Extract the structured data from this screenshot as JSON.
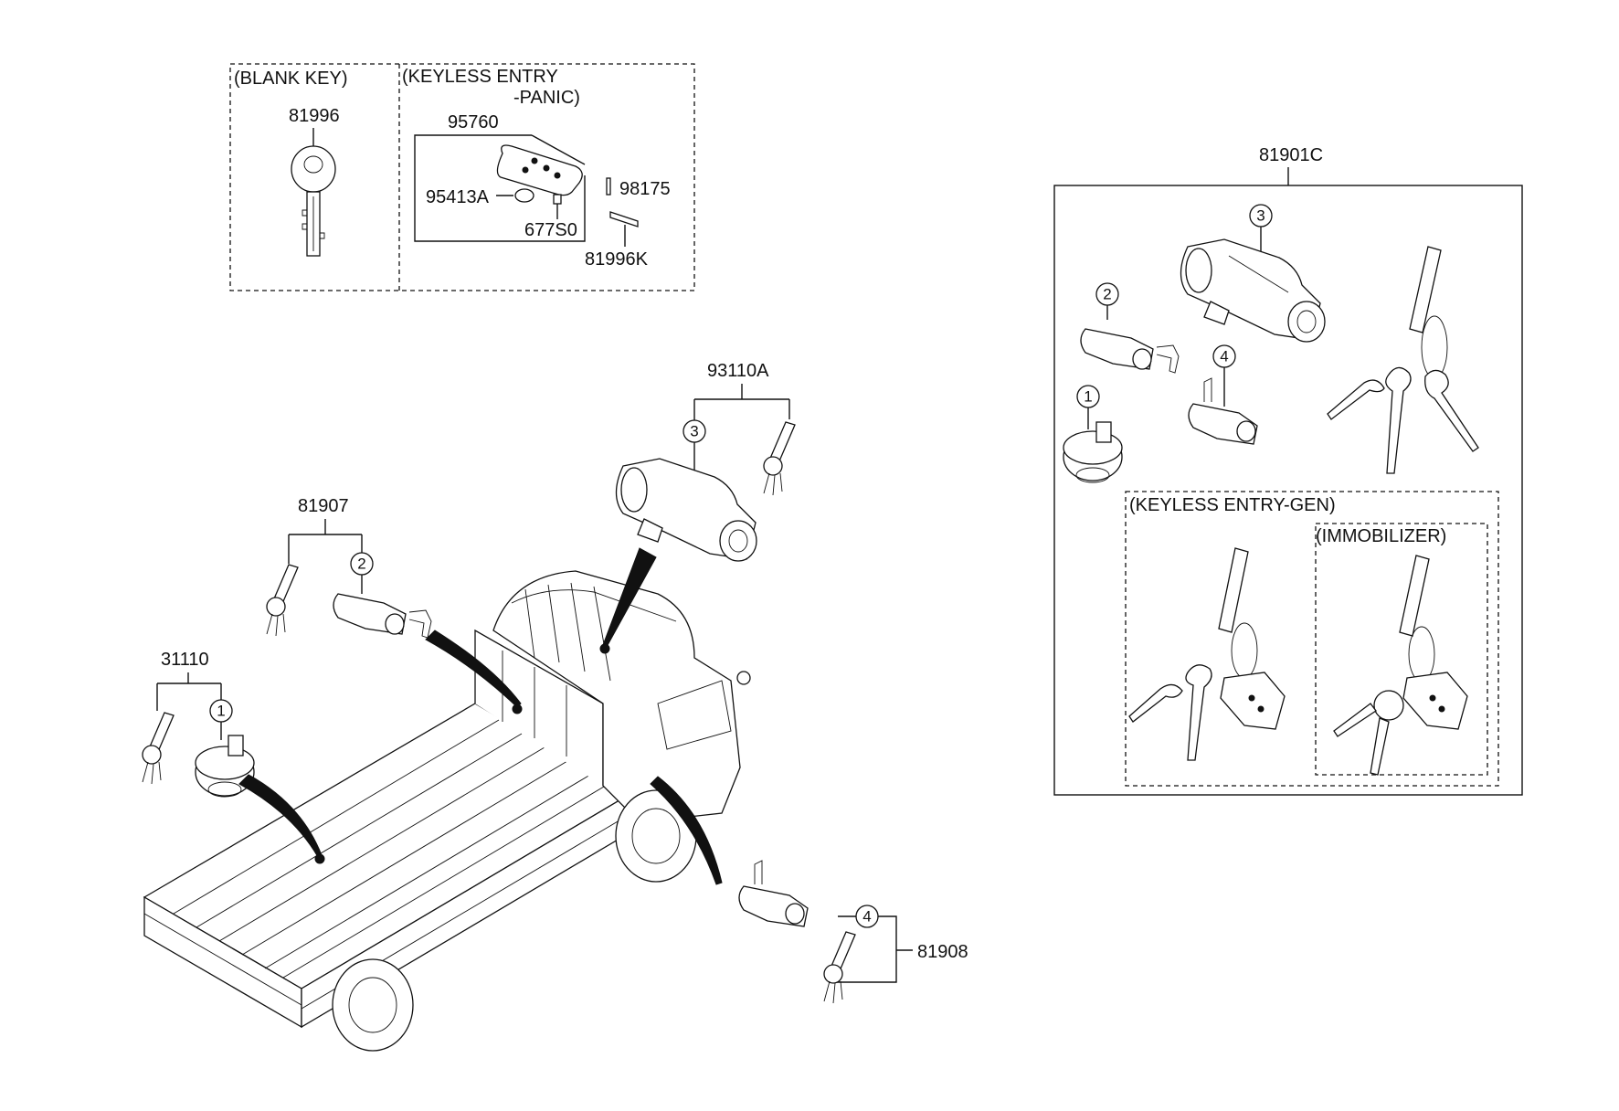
{
  "groups": {
    "blank_key": "(BLANK KEY)",
    "keyless_entry_panic_line1": "(KEYLESS ENTRY",
    "keyless_entry_panic_line2": "-PANIC)",
    "keyless_entry_gen": "(KEYLESS ENTRY-GEN)",
    "immobilizer": "(IMMOBILIZER)"
  },
  "part_numbers": {
    "blank_key": "81996",
    "transmitter_assy": "95760",
    "battery": "95413A",
    "cover_pin": "98175",
    "screw": "677S0",
    "key_blank_k": "81996K",
    "lock_set": "81901C",
    "ignition_lock": "93110A",
    "door_lock": "81907",
    "fuel_cap_lock": "31110",
    "door_lock_rh": "81908"
  },
  "callouts": {
    "fuel_cap": "1",
    "door_cylinder_lh": "2",
    "ignition_switch": "3",
    "door_cylinder_rh": "4"
  }
}
